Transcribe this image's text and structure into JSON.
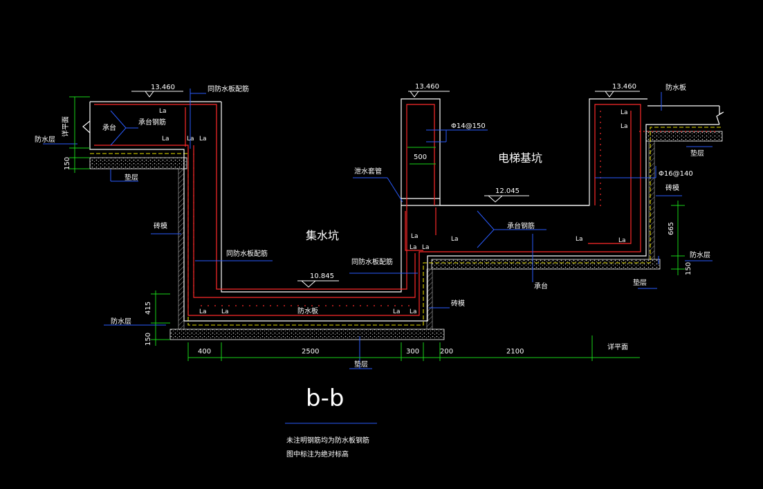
{
  "section_title": "b-b",
  "notes": [
    "未注明钢筋均为防水板钢筋",
    "图中标注为绝对标高"
  ],
  "pit_labels": {
    "sump": "集水坑",
    "elevator_pit": "电梯基坑"
  },
  "elevations": {
    "left_top": "13.460",
    "mid_top": "13.460",
    "right_top": "13.460",
    "elevator_floor": "12.045",
    "sump_bottom": "10.845"
  },
  "rebar_labels": {
    "same_as_slab_top": "同防水板配筋",
    "same_as_slab_left": "同防水板配筋",
    "same_as_slab_mid": "同防水板配筋",
    "cap_rebar_left": "承台钢筋",
    "cap_rebar_right": "承台钢筋",
    "phi14": "Φ14@150",
    "phi16": "Φ16@140"
  },
  "element_labels": {
    "pile_cap_left": "承台",
    "pile_cap_right": "承台",
    "waterproof_slab_bottom": "防水板",
    "waterproof_slab_right": "防水板",
    "drain_pipe": "泄水套管",
    "brick_mold_left": "砖模",
    "brick_mold_bottom": "砖模",
    "brick_mold_right": "砖模",
    "cushion_left": "垫层",
    "cushion_right_top": "垫层",
    "cushion_right_mid": "垫层",
    "cushion_bottom": "垫层",
    "wp_layer_left_top": "防水层",
    "wp_layer_left_bottom": "防水层",
    "wp_layer_right": "防水层",
    "see_plan_left": "详平面",
    "see_plan_bottom": "详平面"
  },
  "dimensions": {
    "bottom": [
      "400",
      "2500",
      "300",
      "200",
      "2100"
    ],
    "left_top_150": "150",
    "left_bottom_415": "415",
    "left_bottom_150": "150",
    "right_665": "665",
    "right_150": "150",
    "mid_500": "500"
  },
  "anchor_label": "La",
  "colors": {
    "background": "#000000",
    "concrete": "#ffffff",
    "rebar": "#ff2a2a",
    "leader": "#2a5cff",
    "dimension": "#19d419",
    "waterproof": "#e8e000"
  }
}
